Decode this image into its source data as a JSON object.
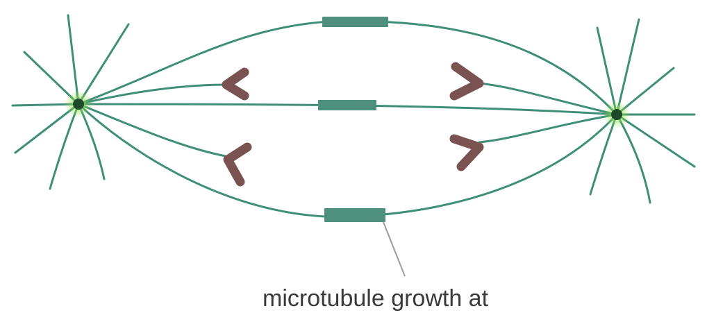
{
  "figure": {
    "caption": "microtubule growth at",
    "colors": {
      "microtubule": "#3f8f78",
      "overlap_zone": "#4f8f7e",
      "centrosome_core": "#1f4a2a",
      "centrosome_glow": "#8fe04a",
      "chromosome": "#7a5252",
      "leader_line": "#9a9a9a",
      "text": "#3a3a3a",
      "background": "#ffffff"
    },
    "elements": {
      "centrosomes": [
        "left-centrosome",
        "right-centrosome"
      ],
      "polar_microtubules": 3,
      "kinetochore_microtubules": 4,
      "chromosomes": 4,
      "overlap_zones": 3
    }
  }
}
